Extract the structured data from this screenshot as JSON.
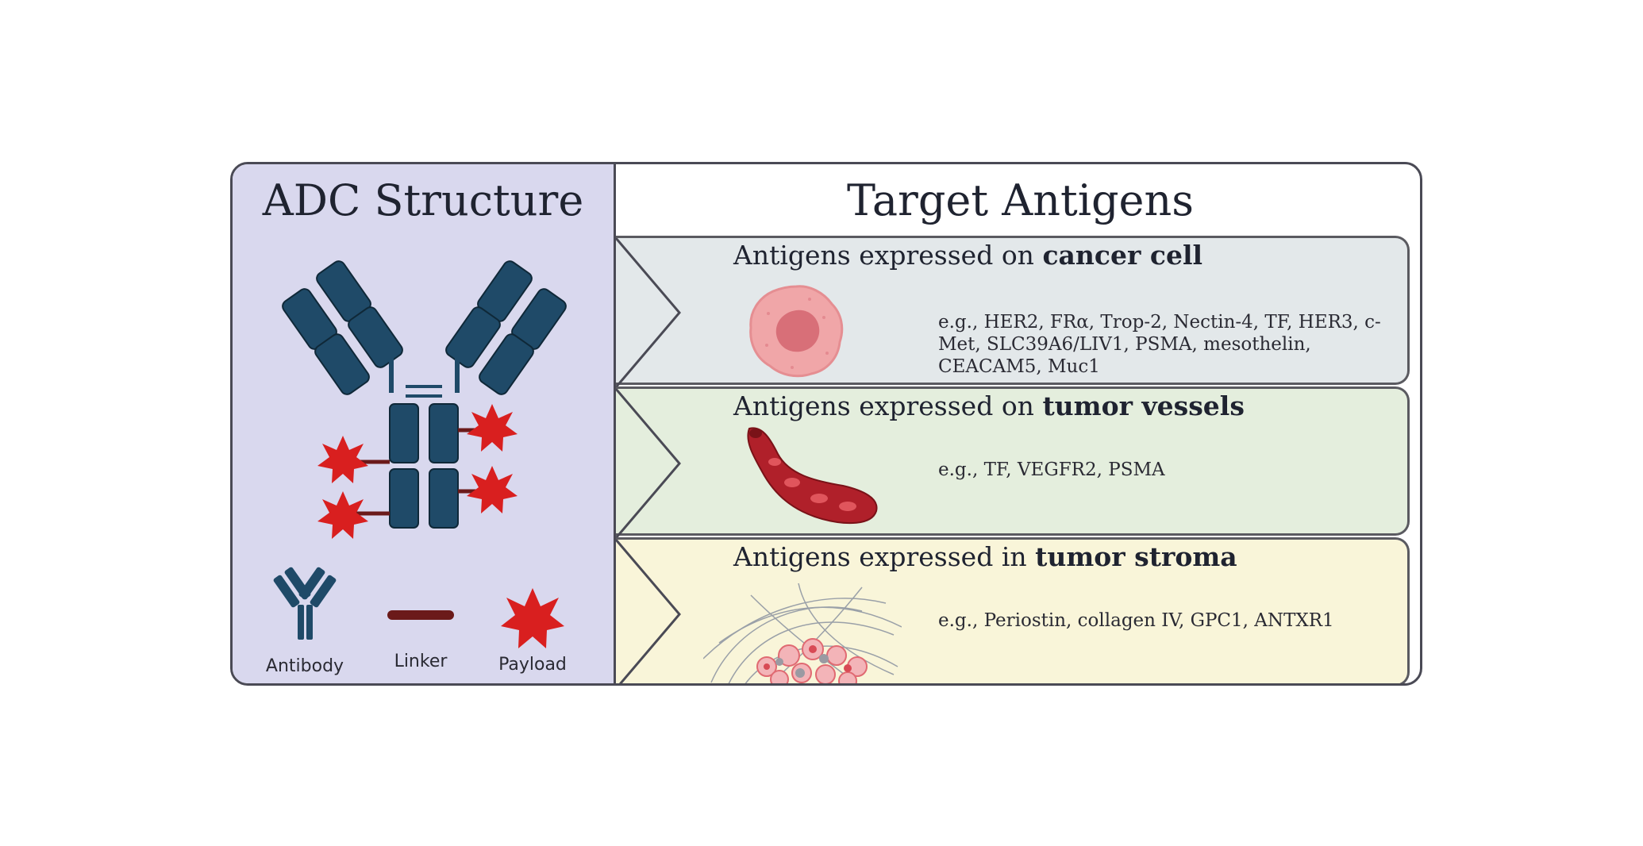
{
  "left_panel": {
    "title": "ADC Structure",
    "legend": {
      "antibody": "Antibody",
      "linker": "Linker",
      "payload": "Payload"
    }
  },
  "right_panel": {
    "title": "Target Antigens",
    "bands": [
      {
        "heading_prefix": "Antigens expressed on ",
        "heading_bold": "cancer cell",
        "examples": "e.g., HER2, FRα, Trop-2, Nectin-4, TF, HER3, c-Met, SLC39A6/LIV1, PSMA, mesothelin, CEACAM5, Muc1",
        "color": "#e3e8ea"
      },
      {
        "heading_prefix": "Antigens expressed on ",
        "heading_bold": "tumor vessels",
        "examples": "e.g., TF, VEGFR2, PSMA",
        "color": "#e4eedd"
      },
      {
        "heading_prefix": "Antigens expressed in ",
        "heading_bold": "tumor stroma",
        "examples": "e.g., Periostin, collagen IV, GPC1, ANTXR1",
        "color": "#f9f5d9"
      }
    ]
  },
  "colors": {
    "antibody": "#1f4a68",
    "payload": "#d91f1f",
    "linker": "#6b1a1a",
    "left_bg": "#d9d8ee"
  }
}
